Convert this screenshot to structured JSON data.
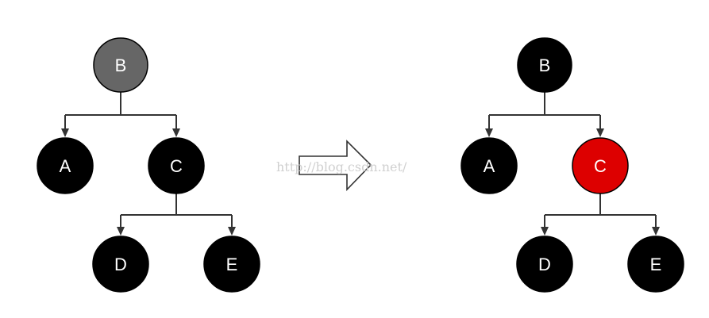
{
  "colors": {
    "background": "#ffffff",
    "black_node": "#000000",
    "grey_node": "#666666",
    "red_node": "#dd0000",
    "edge": "#333333",
    "arrow_fill": "#ffffff",
    "arrow_stroke": "#333333",
    "watermark": "#d0d0d0"
  },
  "watermark": "http://blog.csdn.net/",
  "before_tree": {
    "nodes": [
      {
        "id": "B",
        "label": "B",
        "color": "grey",
        "parent": null
      },
      {
        "id": "A",
        "label": "A",
        "color": "black",
        "parent": "B"
      },
      {
        "id": "C",
        "label": "C",
        "color": "black",
        "parent": "B"
      },
      {
        "id": "D",
        "label": "D",
        "color": "black",
        "parent": "C"
      },
      {
        "id": "E",
        "label": "E",
        "color": "black",
        "parent": "C"
      }
    ]
  },
  "after_tree": {
    "nodes": [
      {
        "id": "B",
        "label": "B",
        "color": "black",
        "parent": null
      },
      {
        "id": "A",
        "label": "A",
        "color": "black",
        "parent": "B"
      },
      {
        "id": "C",
        "label": "C",
        "color": "red",
        "parent": "B"
      },
      {
        "id": "D",
        "label": "D",
        "color": "black",
        "parent": "C"
      },
      {
        "id": "E",
        "label": "E",
        "color": "black",
        "parent": "C"
      }
    ]
  },
  "transition_arrow": {
    "icon": "right-arrow-icon"
  }
}
